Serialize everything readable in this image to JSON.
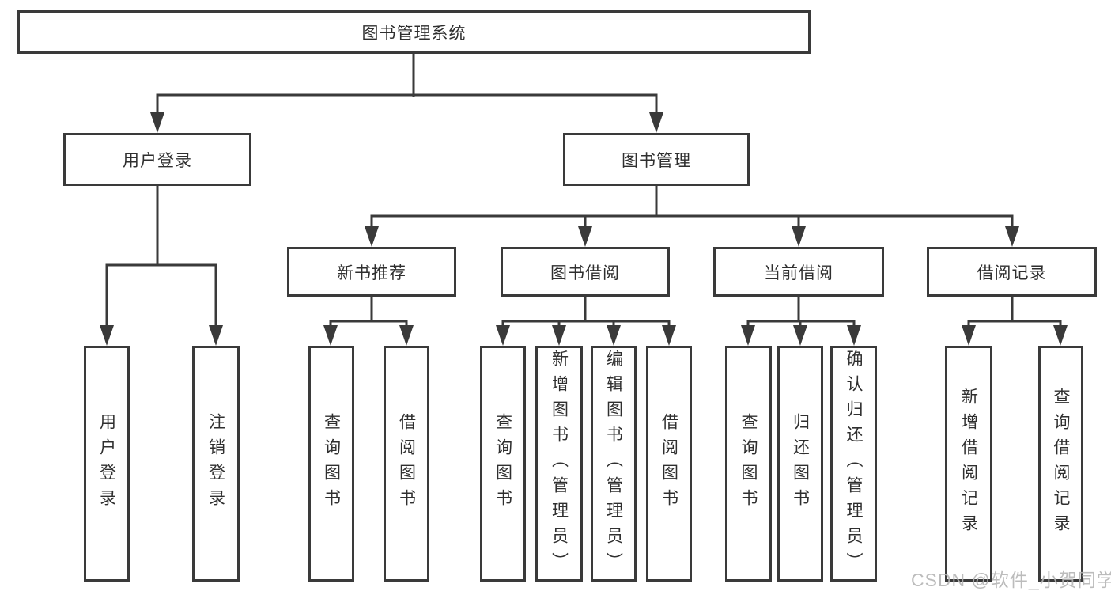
{
  "diagram": {
    "title": "图书管理系统",
    "branches": [
      {
        "label": "用户登录",
        "children": [
          {
            "label": "用户登录"
          },
          {
            "label": "注销登录"
          }
        ]
      },
      {
        "label": "图书管理",
        "children": [
          {
            "label": "新书推荐",
            "children": [
              {
                "label": "查询图书"
              },
              {
                "label": "借阅图书"
              }
            ]
          },
          {
            "label": "图书借阅",
            "children": [
              {
                "label": "查询图书"
              },
              {
                "label": "新增图书（管理员）"
              },
              {
                "label": "编辑图书（管理员）"
              },
              {
                "label": "借阅图书"
              }
            ]
          },
          {
            "label": "当前借阅",
            "children": [
              {
                "label": "查询图书"
              },
              {
                "label": "归还图书"
              },
              {
                "label": "确认归还（管理员）"
              }
            ]
          },
          {
            "label": "借阅记录",
            "children": [
              {
                "label": "新增借阅记录"
              },
              {
                "label": "查询借阅记录"
              }
            ]
          }
        ]
      }
    ]
  },
  "watermark": {
    "text": "CSDN @软件_小贺同学"
  },
  "colors": {
    "line": "#3a3a3a",
    "border": "#3a3a3a",
    "text": "#2f2f2f",
    "watermark": "#b5b5b5",
    "background": "#ffffff"
  }
}
